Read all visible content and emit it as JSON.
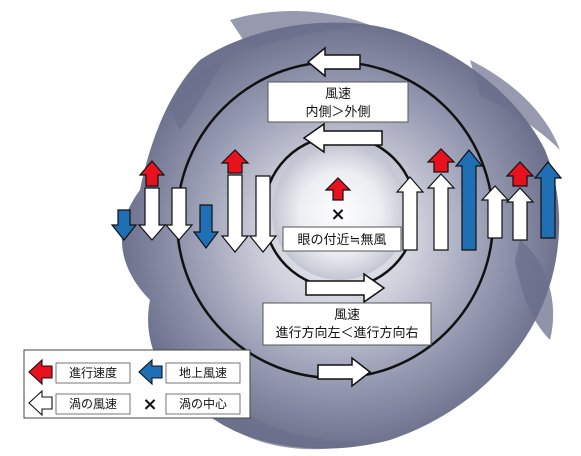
{
  "labels": {
    "outer_top_line1": "風速",
    "outer_top_line2": "内側＞外側",
    "eye": "眼の付近≒無風",
    "bottom_line1": "風速",
    "bottom_line2": "進行方向左＜進行方向右"
  },
  "legend": {
    "forward_speed": "進行速度",
    "ground_wind": "地上風速",
    "vortex_wind": "渦の風速",
    "vortex_center": "渦の中心",
    "center_mark": "×"
  },
  "colors": {
    "red": "#e8121f",
    "blue": "#1f6fb5",
    "white": "#ffffff",
    "outline": "#1a1a1a",
    "cloud": "#6b6f8c"
  },
  "icons": {
    "center": "x-mark-icon",
    "forward": "red-arrow-icon",
    "ground": "blue-arrow-icon",
    "vortex": "white-arrow-icon"
  }
}
